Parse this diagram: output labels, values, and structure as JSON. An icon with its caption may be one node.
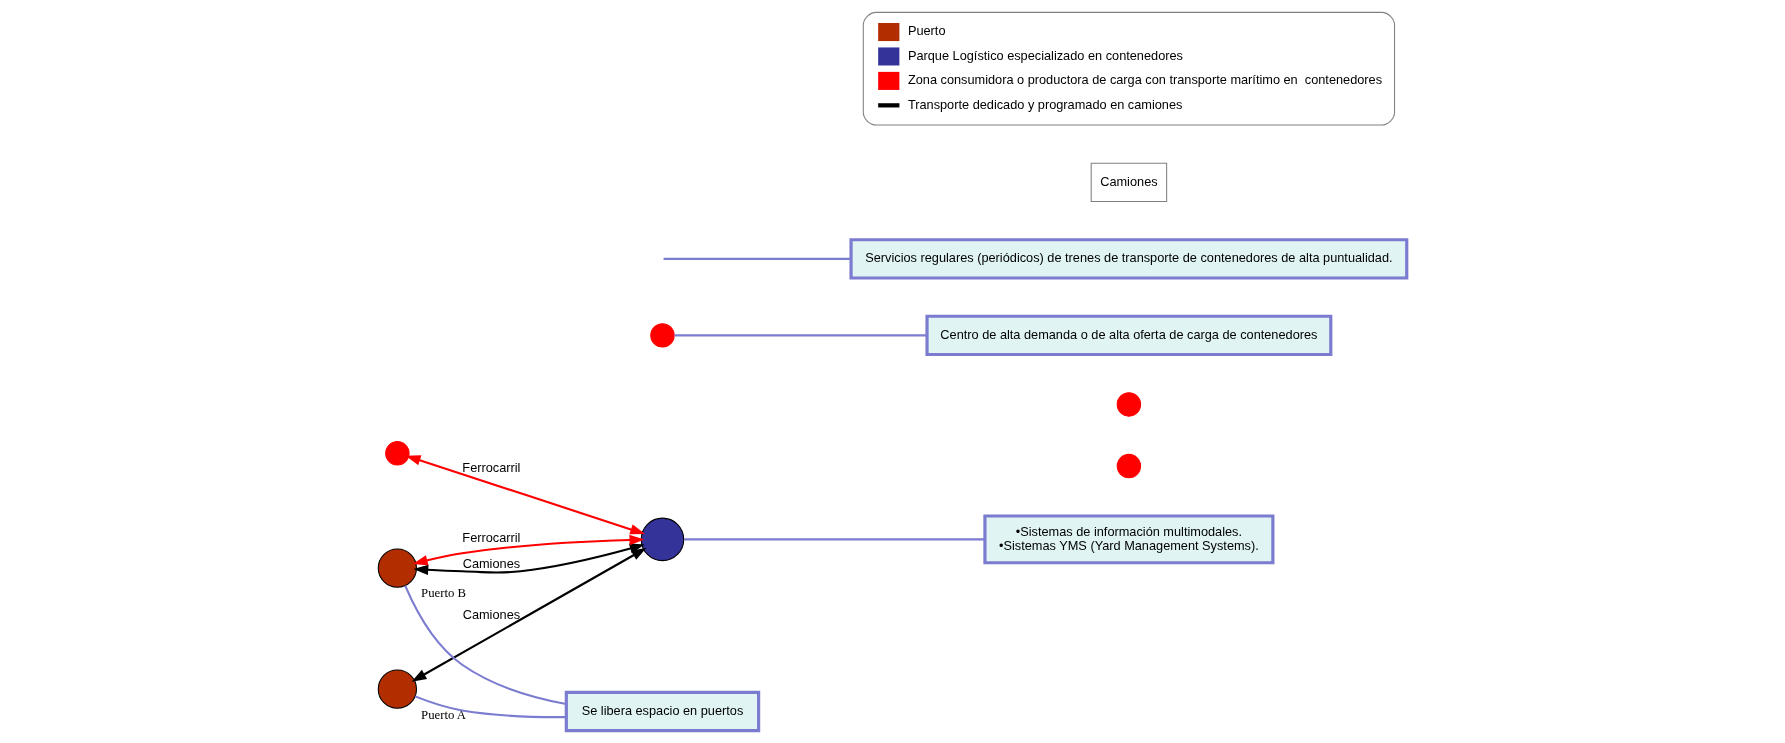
{
  "diagram": {
    "nodes": [
      {
        "text": [
          "Puerto A"
        ]
      },
      {
        "text": [
          "Puerto B"
        ]
      },
      {
        "text": [],
        "shape": "circle"
      },
      {
        "text": [],
        "shape": "circle"
      },
      {
        "text": [],
        "shape": "circle"
      },
      {
        "text": [],
        "shape": "circle"
      },
      {
        "text": [],
        "shape": "circle"
      },
      {
        "text": [
          "•Sistemas de información multimodales.",
          "•Sistemas YMS (Yard Management Systems)."
        ]
      },
      {
        "text": [
          "Se libera espacio en puertos"
        ]
      },
      {
        "text": [
          "Servicios regulares (periódicos) de trenes de transporte de contenedores de alta puntualidad."
        ]
      },
      {
        "text": [
          "Centro de alta demanda o de alta oferta de carga de contenedores"
        ]
      }
    ],
    "edges": [
      {
        "from": 2,
        "to": 0,
        "arrow": "both",
        "label": "Camiones",
        "color": "#000000"
      },
      {
        "from": 2,
        "to": 1,
        "arrow": "both",
        "label": "Camiones",
        "color": "#000000"
      },
      {
        "from": 2,
        "to": 1,
        "arrow": "both",
        "label": "Ferrocarril",
        "color": "#ff0000"
      },
      {
        "from": 2,
        "to": 6,
        "arrow": "both",
        "label": "Ferrocarril",
        "color": "#ff0000"
      },
      {
        "from": 7,
        "to": 2,
        "arrow": "none",
        "color": "#7b7bd0"
      },
      {
        "from": 8,
        "to": 0,
        "arrow": "none",
        "color": "#7b7bd0"
      },
      {
        "from": 8,
        "to": 1,
        "arrow": "none",
        "color": "#7b7bd0"
      },
      {
        "from": 9,
        "to": null,
        "arrow": "none",
        "color": "#7b7bd0"
      },
      {
        "from": 10,
        "to": 5,
        "arrow": "none",
        "color": "#7b7bd0"
      }
    ],
    "labels": [
      "Camiones"
    ],
    "legend": [
      {
        "text": "Puerto",
        "color": "#b22d00"
      },
      {
        "text": "Parque Logístico especializado en contenedores",
        "color": "#333399"
      },
      {
        "text": "Zona consumidora o productora de carga con transporte marítimo en  contenedores",
        "color": "#ff0000"
      },
      {
        "text": "Transporte dedicado y programado en camiones"
      }
    ]
  }
}
